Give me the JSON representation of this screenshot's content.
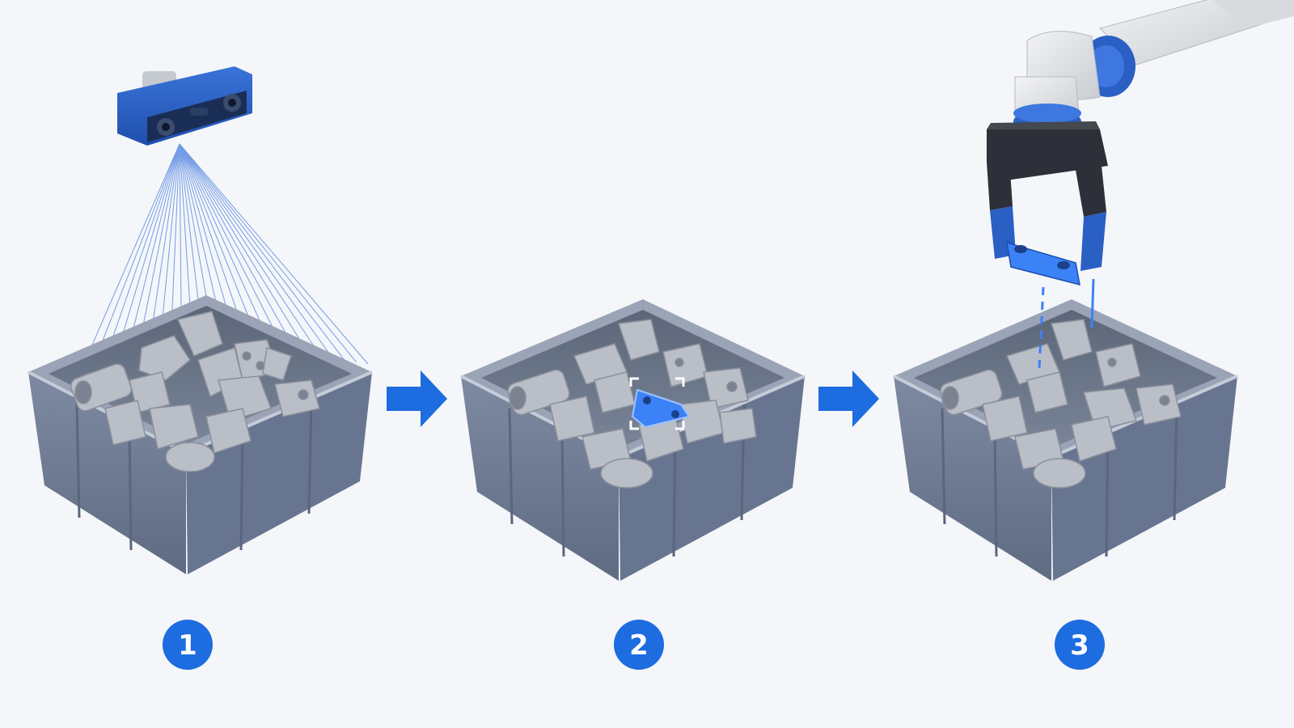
{
  "colors": {
    "background": "#f4f6f9",
    "accent_blue": "#1d6ce0",
    "camera_blue": "#2a5fc4",
    "bin_gray": "#6f7c93",
    "part_gray": "#b9bec7",
    "highlight_blue": "#3b82f6",
    "robot_white": "#e4e6ea",
    "gripper_dark": "#2d3038"
  },
  "icons": {
    "camera": "3d-camera-icon",
    "arrow": "right-arrow-icon",
    "robot": "robot-arm-icon",
    "gripper": "gripper-icon",
    "bin": "storage-bin-icon"
  },
  "steps": [
    {
      "number": "1"
    },
    {
      "number": "2"
    },
    {
      "number": "3"
    }
  ]
}
